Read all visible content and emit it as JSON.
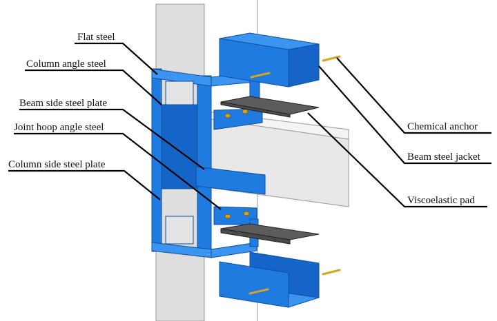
{
  "figure": {
    "type": "exploded structural joint diagram",
    "colors": {
      "steel": "#1f7be0",
      "concrete": "#dedede",
      "pad": "#4a4a4a",
      "anchor": "#d4a520",
      "leader": "#000000"
    }
  },
  "labels_left": [
    {
      "id": "flat-steel",
      "text": "Flat steel"
    },
    {
      "id": "column-angle-steel",
      "text": "Column angle steel"
    },
    {
      "id": "beam-side-steel-plate",
      "text": "Beam side steel plate"
    },
    {
      "id": "joint-hoop-angle-steel",
      "text": "Joint hoop angle steel"
    },
    {
      "id": "column-side-steel-plate",
      "text": "Column side steel plate"
    }
  ],
  "labels_right": [
    {
      "id": "chemical-anchor",
      "text": "Chemical anchor"
    },
    {
      "id": "beam-steel-jacket",
      "text": "Beam steel jacket"
    },
    {
      "id": "viscoelastic-pad",
      "text": "Viscoelastic pad"
    }
  ]
}
